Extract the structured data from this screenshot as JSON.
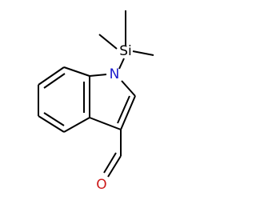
{
  "molecule": {
    "atoms": {
      "silicon": {
        "label": "Si",
        "color": "#000000"
      },
      "nitrogen": {
        "label": "N",
        "color": "#1a1acc"
      },
      "oxygen": {
        "label": "O",
        "color": "#cc1a1a"
      }
    }
  }
}
